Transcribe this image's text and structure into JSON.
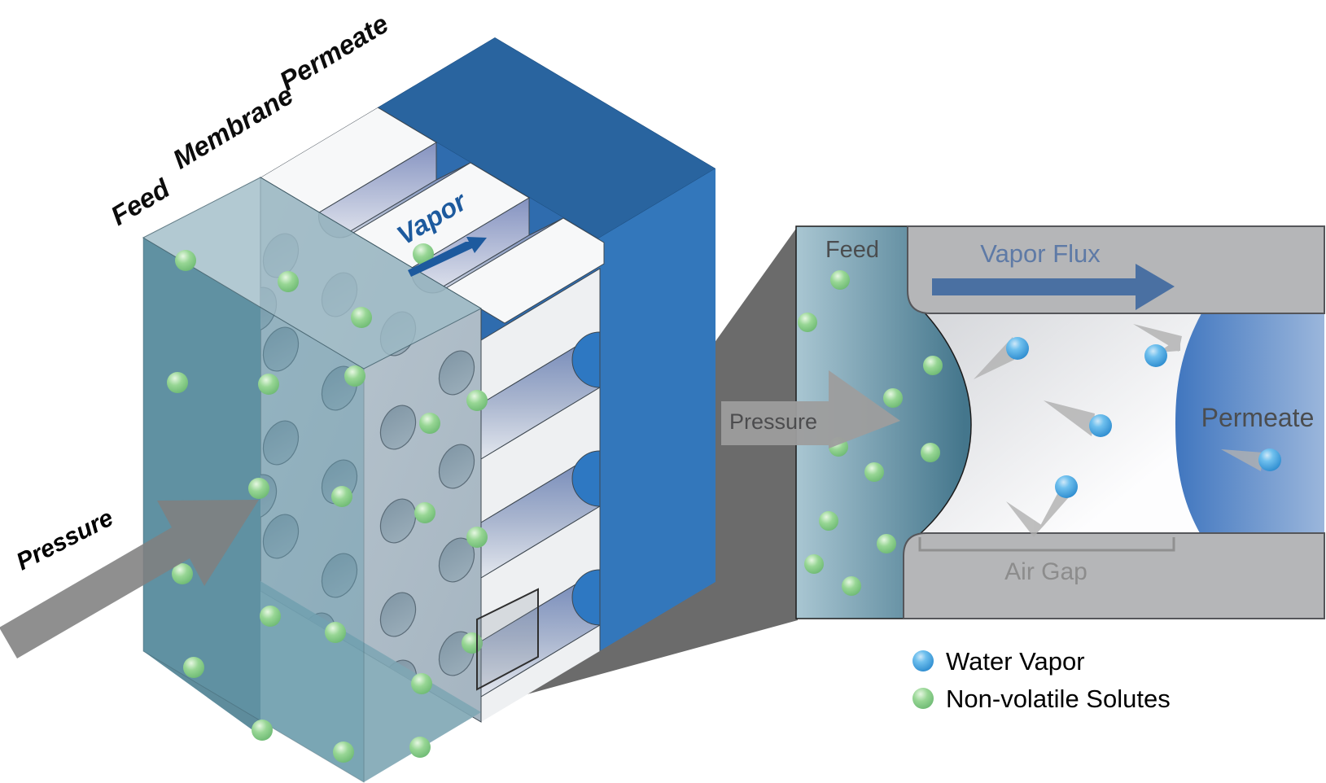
{
  "scene": {
    "labels": {
      "feed": "Feed",
      "membrane": "Membrane",
      "permeate": "Permeate",
      "vapor": "Vapor",
      "pressure": "Pressure"
    }
  },
  "detail": {
    "feed_label": "Feed",
    "vapor_flux_label": "Vapor Flux",
    "permeate_label": "Permeate",
    "air_gap_label": "Air Gap",
    "pressure_label": "Pressure"
  },
  "legend": {
    "items": [
      {
        "label": "Water Vapor",
        "color": "#49a7e8"
      },
      {
        "label": "Non-volatile Solutes",
        "color": "#8fd08f"
      }
    ]
  },
  "colors": {
    "permeate_blue": "#3377bb",
    "permeate_top_blue": "#29649f",
    "membrane_gray": "#b3c1cb",
    "feed_teal": "#5e8c9c",
    "beam_gray": "#6b6b6b",
    "plate_gray": "#b5b6b8",
    "vapor_arrow_blue": "#4a70a2",
    "pressure_arrow_gray": "#9d9d9d"
  }
}
